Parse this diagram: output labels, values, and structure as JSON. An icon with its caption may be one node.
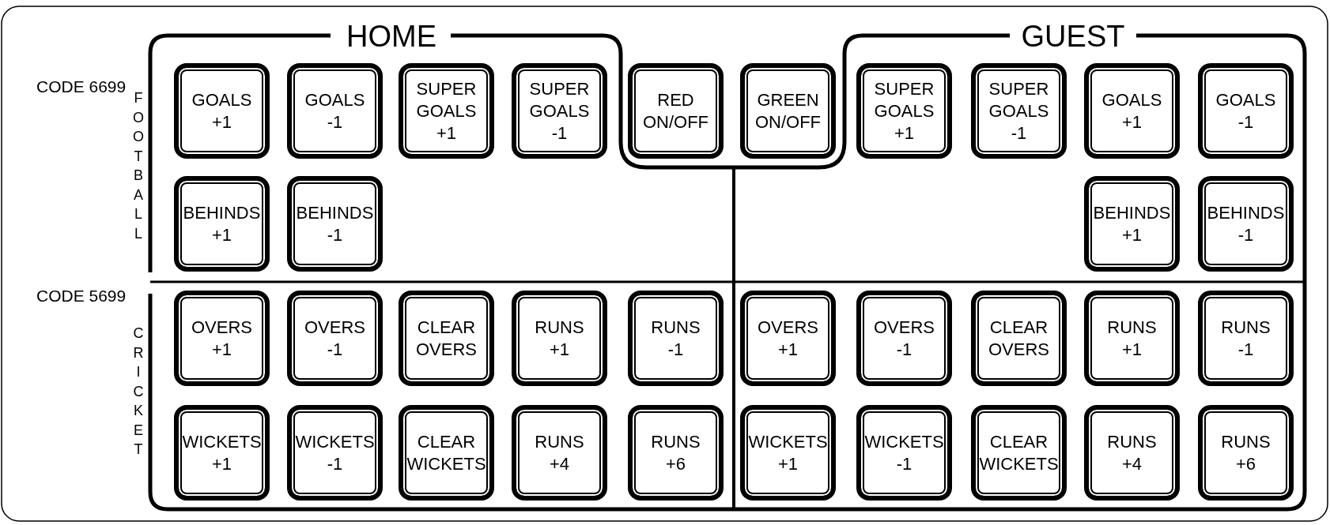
{
  "diagram": {
    "nodes": [
      {
        "text": [
          "GOALS +1"
        ]
      },
      {
        "text": [
          "GOALS -1"
        ]
      },
      {
        "text": [
          "SUPER GOALS +1"
        ]
      },
      {
        "text": [
          "SUPER GOALS -1"
        ]
      },
      {
        "text": [
          "RED ON/OFF"
        ]
      },
      {
        "text": [
          "GREEN ON/OFF"
        ]
      },
      {
        "text": [
          "SUPER GOALS +1"
        ]
      },
      {
        "text": [
          "SUPER GOALS -1"
        ]
      },
      {
        "text": [
          "GOALS +1"
        ]
      },
      {
        "text": [
          "GOALS -1"
        ]
      },
      {
        "text": [
          "BEHINDS +1"
        ]
      },
      {
        "text": [
          "BEHINDS -1"
        ]
      },
      {
        "text": [
          "BEHINDS +1"
        ]
      },
      {
        "text": [
          "BEHINDS -1"
        ]
      },
      {
        "text": [
          "OVERS +1"
        ]
      },
      {
        "text": [
          "OVERS -1"
        ]
      },
      {
        "text": [
          "CLEAR OVERS"
        ]
      },
      {
        "text": [
          "RUNS +1"
        ]
      },
      {
        "text": [
          "RUNS -1"
        ]
      },
      {
        "text": [
          "OVERS +1"
        ]
      },
      {
        "text": [
          "OVERS -1"
        ]
      },
      {
        "text": [
          "CLEAR OVERS"
        ]
      },
      {
        "text": [
          "RUNS +1"
        ]
      },
      {
        "text": [
          "RUNS -1"
        ]
      },
      {
        "text": [
          "WICKETS +1"
        ]
      },
      {
        "text": [
          "WICKETS -1"
        ]
      },
      {
        "text": [
          "CLEAR WICKETS"
        ]
      },
      {
        "text": [
          "RUNS +4"
        ]
      },
      {
        "text": [
          "RUNS +6"
        ]
      },
      {
        "text": [
          "WICKETS +1"
        ]
      },
      {
        "text": [
          "WICKETS -1"
        ]
      },
      {
        "text": [
          "CLEAR WICKETS"
        ]
      },
      {
        "text": [
          "RUNS +4"
        ]
      },
      {
        "text": [
          "RUNS +6"
        ]
      }
    ],
    "edges": [],
    "labels": [
      "HOME",
      "GUEST",
      "CODE 6699",
      "FOOTBALL",
      "CODE 5699",
      "CRICKET"
    ]
  }
}
